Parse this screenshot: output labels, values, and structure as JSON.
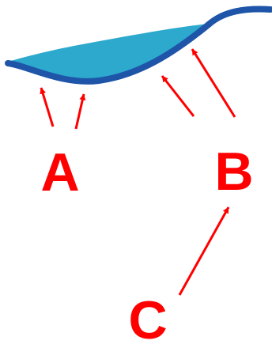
{
  "diagram": {
    "labels": {
      "a": "A",
      "b": "B",
      "c": "C"
    },
    "colors": {
      "background": "#ffffff",
      "fill": "#1aa2c9",
      "outline": "#1f55a8",
      "annotation": "#ff0000"
    }
  }
}
